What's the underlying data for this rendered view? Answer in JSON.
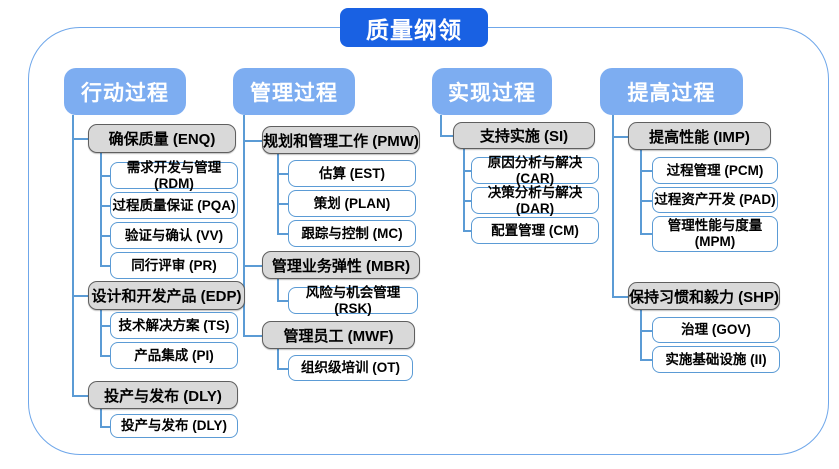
{
  "title": "质量纲领",
  "colors": {
    "title_bg": "#1961e3",
    "header_bg": "#7dadf1",
    "group_bg": "#d9d9d9",
    "group_border": "#5f5f5f",
    "leaf_border": "#5b9bd5",
    "connector": "#5b9bd5",
    "frame_border": "#6fa7ea"
  },
  "columns": [
    {
      "header": "行动过程",
      "groups": [
        {
          "label": "确保质量 (ENQ)",
          "children": [
            "需求开发与管理 (RDM)",
            "过程质量保证 (PQA)",
            "验证与确认 (VV)",
            "同行评审 (PR)"
          ]
        },
        {
          "label": "设计和开发产品 (EDP)",
          "children": [
            "技术解决方案 (TS)",
            "产品集成 (PI)"
          ]
        },
        {
          "label": "投产与发布 (DLY)",
          "children": [
            "投产与发布 (DLY)"
          ]
        }
      ]
    },
    {
      "header": "管理过程",
      "groups": [
        {
          "label": "规划和管理工作 (PMW)",
          "children": [
            "估算 (EST)",
            "策划 (PLAN)",
            "跟踪与控制 (MC)"
          ]
        },
        {
          "label": "管理业务弹性 (MBR)",
          "children": [
            "风险与机会管理 (RSK)"
          ]
        },
        {
          "label": "管理员工 (MWF)",
          "children": [
            "组织级培训 (OT)"
          ]
        }
      ]
    },
    {
      "header": "实现过程",
      "groups": [
        {
          "label": "支持实施 (SI)",
          "children": [
            "原因分析与解决 (CAR)",
            "决策分析与解决 (DAR)",
            "配置管理 (CM)"
          ]
        }
      ]
    },
    {
      "header": "提高过程",
      "groups": [
        {
          "label": "提高性能 (IMP)",
          "children": [
            "过程管理 (PCM)",
            "过程资产开发 (PAD)",
            "管理性能与度量\n(MPM)"
          ]
        },
        {
          "label": "保持习惯和毅力 (SHP)",
          "children": [
            "治理 (GOV)",
            "实施基础设施 (II)"
          ]
        }
      ]
    }
  ]
}
